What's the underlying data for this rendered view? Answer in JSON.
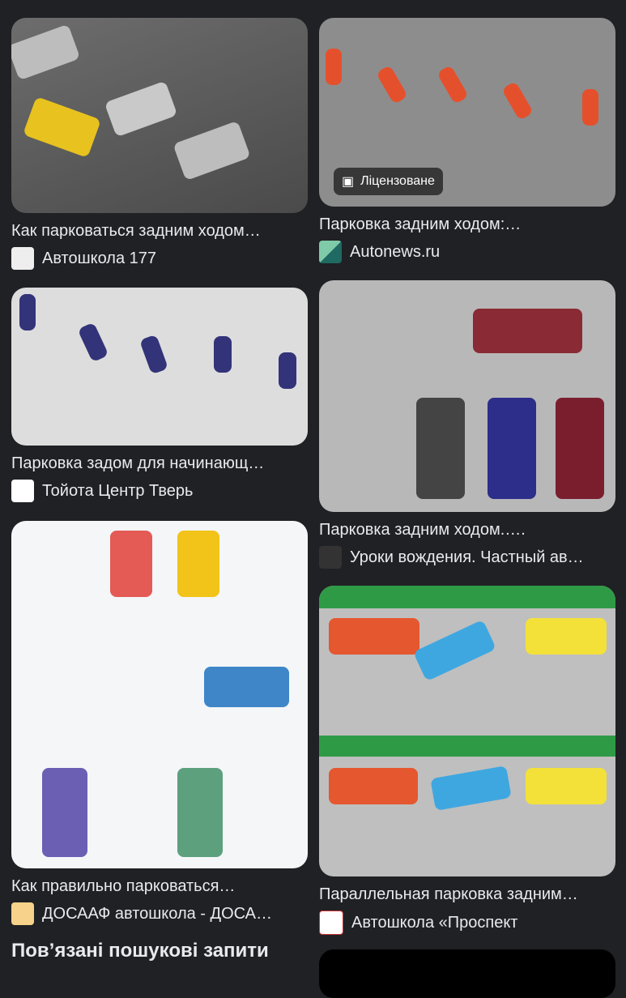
{
  "results": [
    {
      "title": "Как парковаться задним ходом…",
      "source": "Автошкола 177"
    },
    {
      "title": "Парковка задним ходом:…",
      "source": "Autonews.ru",
      "badge": "Ліцензоване"
    },
    {
      "title": "Парковка задом для начинающ…",
      "source": "Тойота Центр Тверь"
    },
    {
      "title": "Парковка задним ходом.….",
      "source": "Уроки вождения. Частный ав…"
    },
    {
      "title": "Как правильно парковаться…",
      "source": "ДОСААФ автошкола - ДОСА…"
    },
    {
      "title": "Параллельная парковка задним…",
      "source": "Автошкола «Проспект"
    }
  ],
  "related_heading": "Пов’язані пошукові запити"
}
